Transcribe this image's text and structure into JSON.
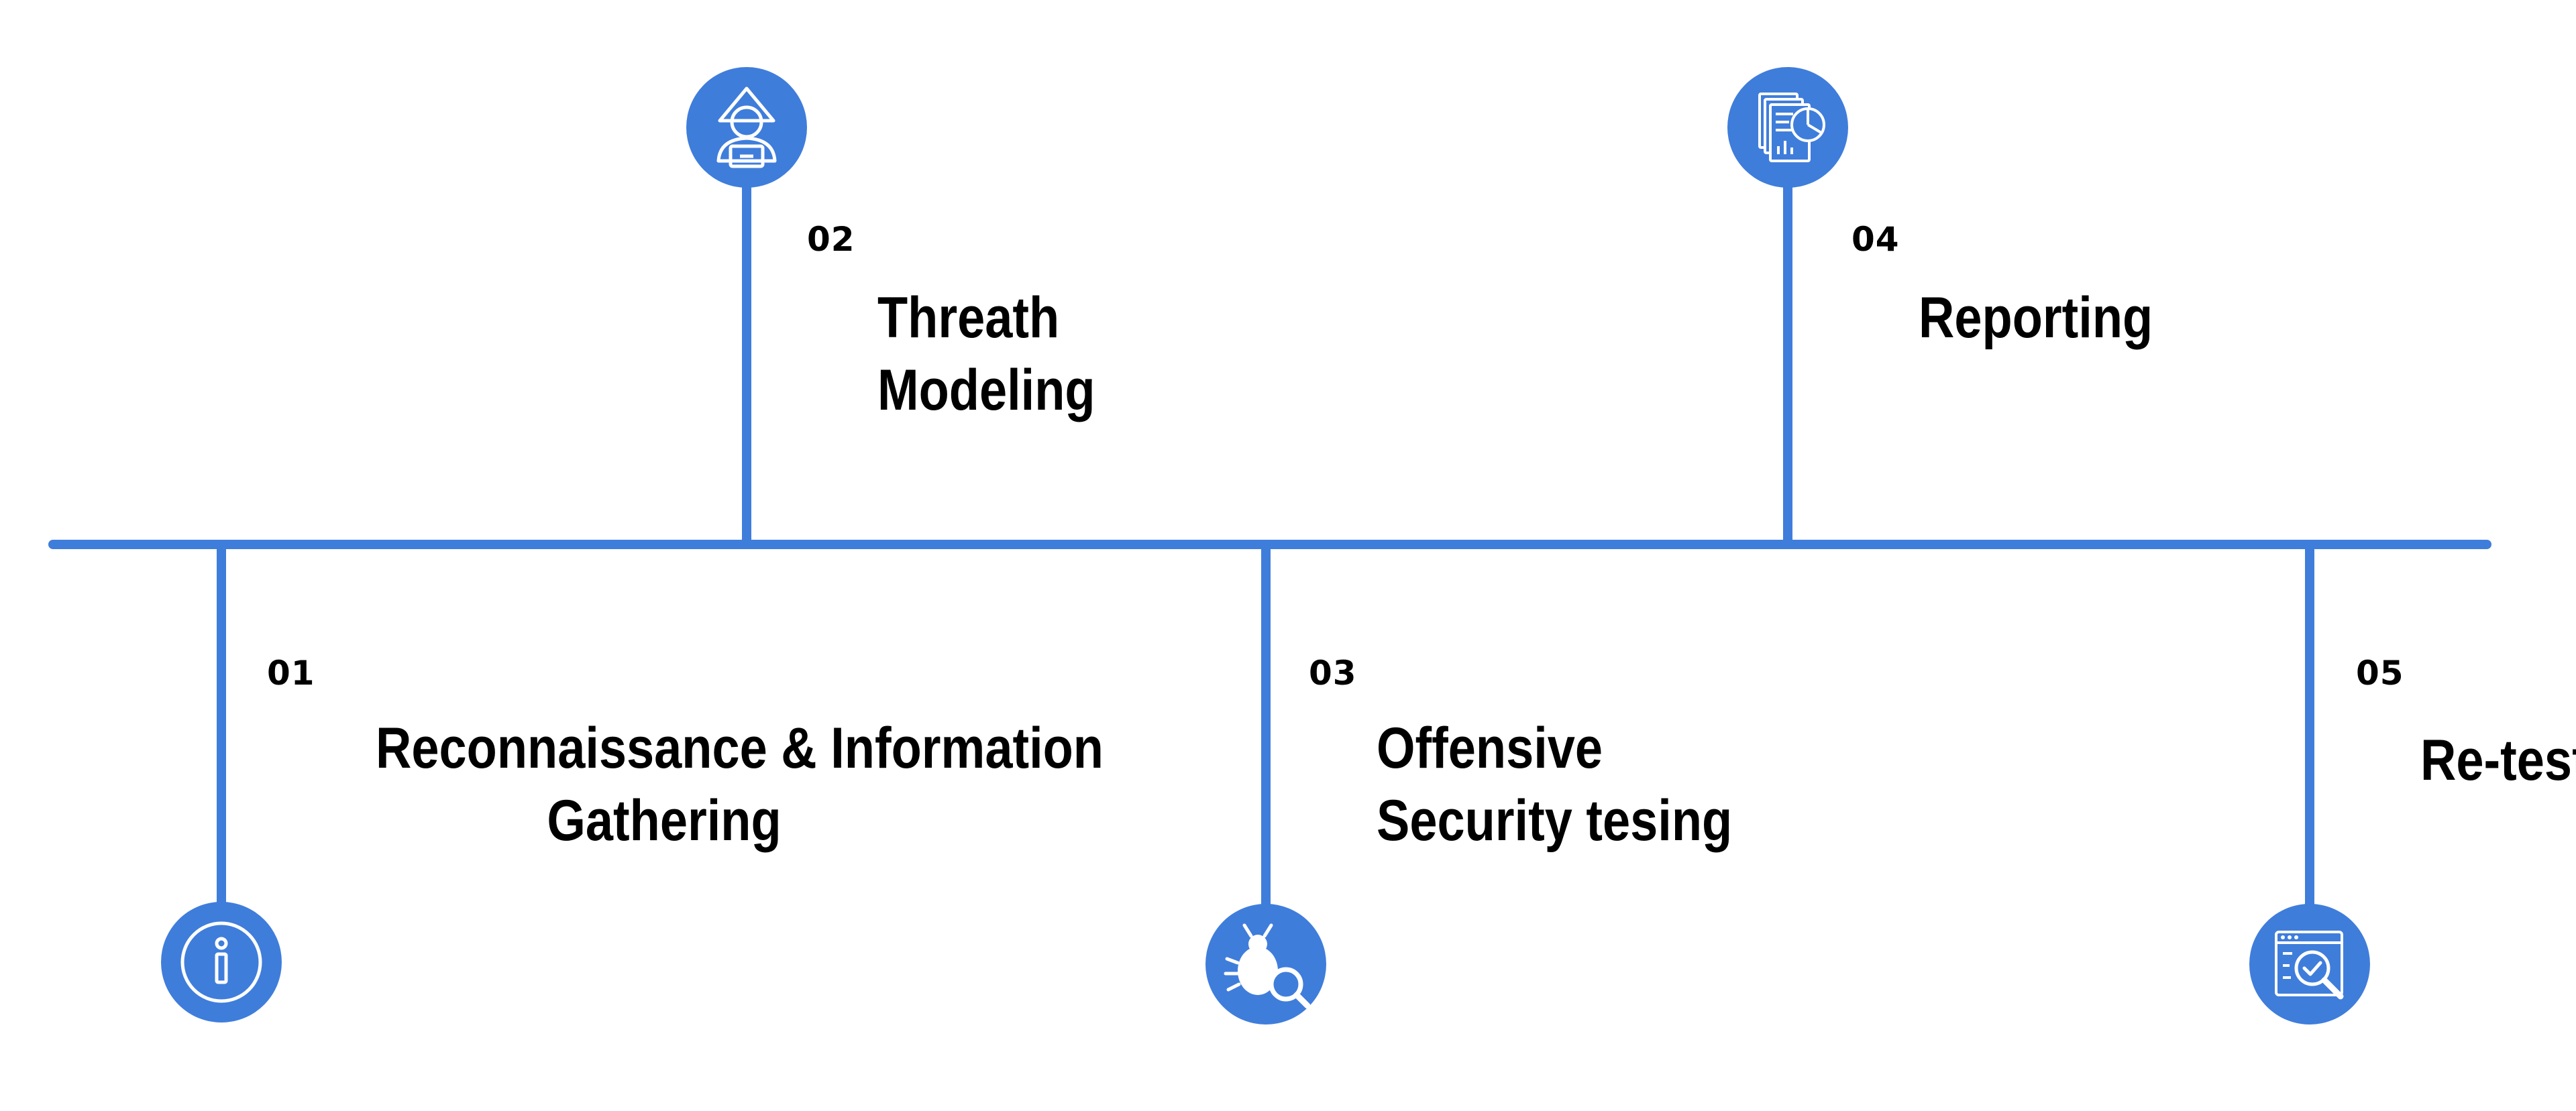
{
  "accent_color": "#3f7ddb",
  "steps": [
    {
      "number": "01",
      "lines": [
        "Reconnaissance & Information",
        "Gathering"
      ],
      "icon": "info-icon"
    },
    {
      "number": "02",
      "lines": [
        "Threath",
        "Modeling"
      ],
      "icon": "hacker-icon"
    },
    {
      "number": "03",
      "lines": [
        "Offensive",
        "Security tesing"
      ],
      "icon": "bug-search-icon"
    },
    {
      "number": "04",
      "lines": [
        "Reporting"
      ],
      "icon": "report-documents-icon"
    },
    {
      "number": "05",
      "lines": [
        "Re-test"
      ],
      "icon": "browser-check-icon"
    }
  ]
}
